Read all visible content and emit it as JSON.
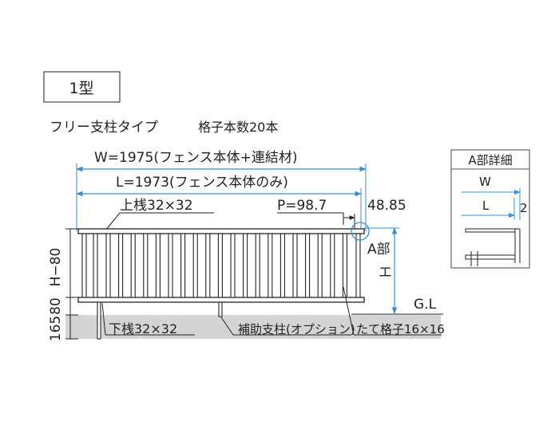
{
  "type_label": "1型",
  "subtitle": "フリー支柱タイプ",
  "grid_count": "格子本数20本",
  "dims": {
    "w_total": "W=1975(フェンス本体+連結材)",
    "l_total": "L=1973(フェンス本体のみ)",
    "top_rail": "上桟32×32",
    "pitch": "P=98.7",
    "end_offset": "48.85",
    "a_part_vertical": "A部",
    "h_label": "H−80",
    "v_80": "80",
    "v_165": "165",
    "ground": "G.L",
    "bottom_rail": "下桟32×32",
    "aux_post": "補助支柱(オプション)",
    "vertical_bar": "たて格子16×16"
  },
  "detail": {
    "title": "A部詳細",
    "w": "W",
    "l": "L",
    "gap": "2"
  },
  "colors": {
    "line": "#222222",
    "blue": "#3a8fd0",
    "ground": "#d4d4d4"
  }
}
